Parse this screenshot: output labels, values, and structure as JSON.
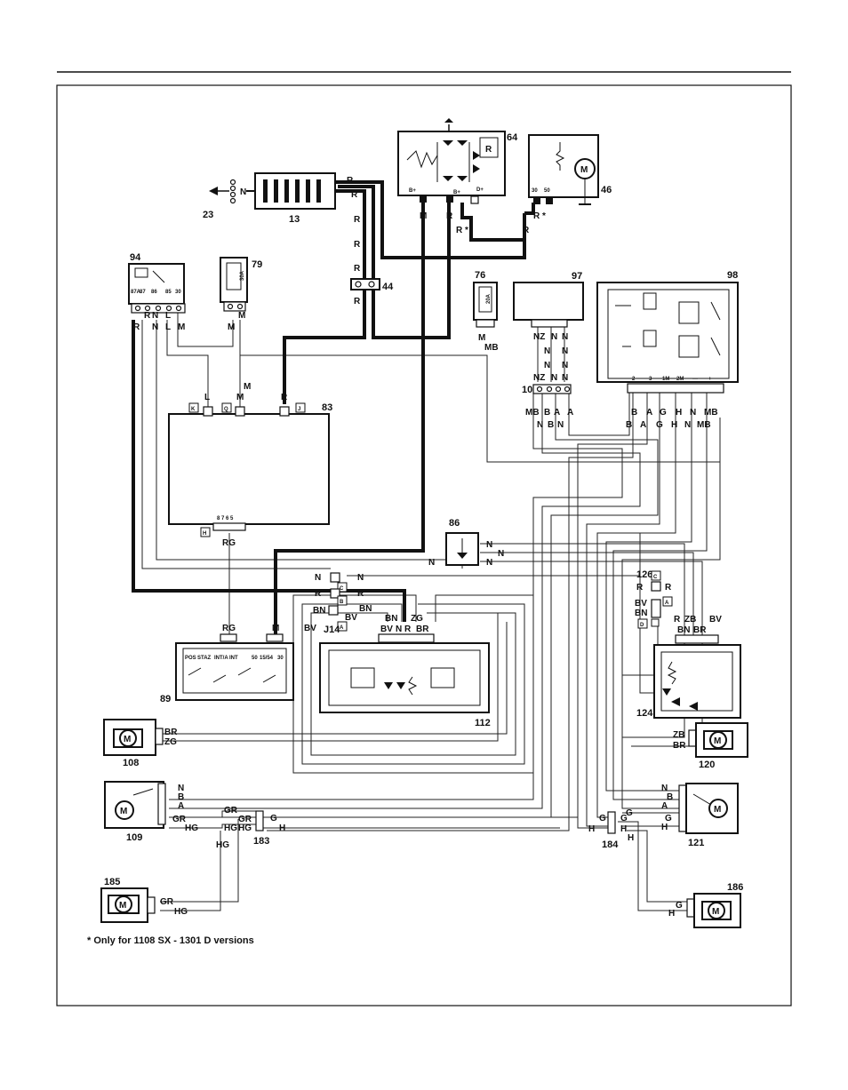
{
  "components": {
    "c13": "13",
    "c23": "23",
    "c44": "44",
    "c46": "46",
    "c64": "64",
    "c76": "76",
    "c79": "79",
    "c83": "83",
    "c86": "86",
    "c89": "89",
    "c94": "94",
    "c97": "97",
    "c98": "98",
    "c103": "103",
    "c108": "108",
    "c109": "109",
    "c112": "112",
    "c120": "120",
    "c121": "121",
    "c124": "124",
    "c126": "126",
    "c183": "183",
    "c184": "184",
    "c185": "185",
    "c186": "186",
    "j14": "J14"
  },
  "fuse_labels": {
    "f79": "30A",
    "f76": "20A"
  },
  "alternator": {
    "r_box": "R",
    "b_plus_1": "B+",
    "b_plus_2": "B+",
    "d_plus": "D+"
  },
  "starter": {
    "pin30": "30",
    "pin50": "50",
    "motor": "M"
  },
  "relay94_pins": [
    "87A",
    "87",
    "86",
    "85",
    "30"
  ],
  "ecu83_pins": [
    "K",
    "Q",
    "J"
  ],
  "ecu83_bottom_pins": "8 7 6 5",
  "ecu83_h": "H",
  "ignition89_pins": [
    "POS",
    "STAZ",
    "INT/A",
    "INT",
    "50",
    "15/54",
    "30"
  ],
  "pins98": [
    "2",
    "3",
    "1M",
    "2M",
    "—",
    "+"
  ],
  "connector_letters": {
    "c": "C",
    "b": "B",
    "a": "A",
    "d": "D"
  },
  "motor_symbol": "M",
  "wire_codes": {
    "n": "N",
    "r": "R",
    "m": "M",
    "l": "L",
    "rg": "RG",
    "mb": "MB",
    "nz": "NZ",
    "b": "B",
    "a": "A",
    "g": "G",
    "h": "H",
    "bn": "BN",
    "bv": "BV",
    "zg": "ZG",
    "br": "BR",
    "zb": "ZB",
    "gr": "GR",
    "hg": "HG",
    "r_star": "R *"
  },
  "footnote": "*  Only for 1108 SX - 1301 D versions"
}
